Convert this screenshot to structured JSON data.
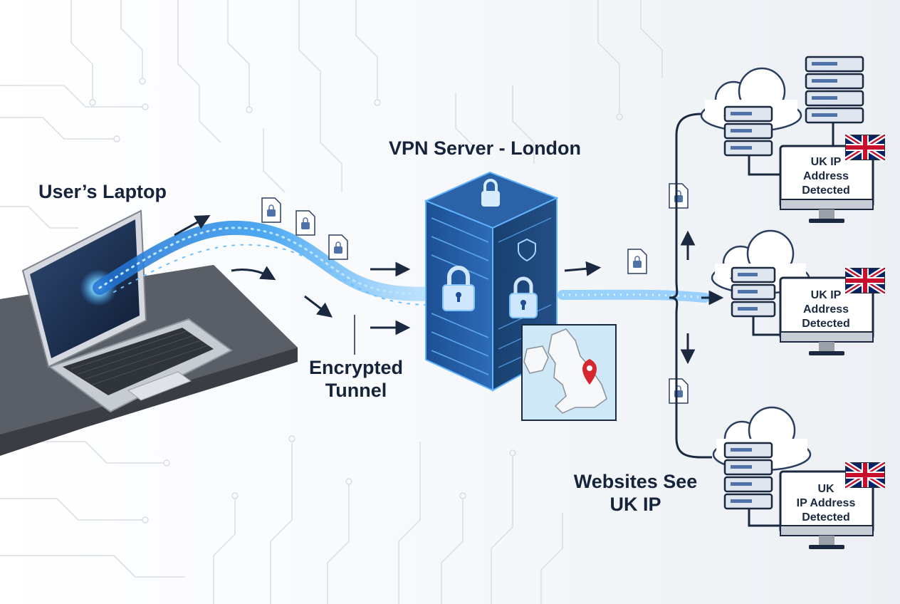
{
  "labels": {
    "laptop": "User’s Laptop",
    "server": "VPN Server - London",
    "tunnel": [
      "Encrypted",
      "Tunnel"
    ],
    "websites": [
      "Websites See",
      "UK IP"
    ]
  },
  "destinations": [
    {
      "lines": [
        "UK IP",
        "Address",
        "Detected"
      ],
      "flag": "uk-flag-icon"
    },
    {
      "lines": [
        "UK IP",
        "Address",
        "Detected"
      ],
      "flag": "uk-flag-icon"
    },
    {
      "lines": [
        "UK",
        "IP Address",
        "Detected"
      ],
      "flag": "uk-flag-icon"
    }
  ],
  "colors": {
    "text": "#15243a",
    "tunnel": "#3aa0f0",
    "server": "#1f4f8f",
    "flag_red": "#c8102e",
    "flag_blue": "#012169",
    "map_pin": "#d8262f"
  }
}
